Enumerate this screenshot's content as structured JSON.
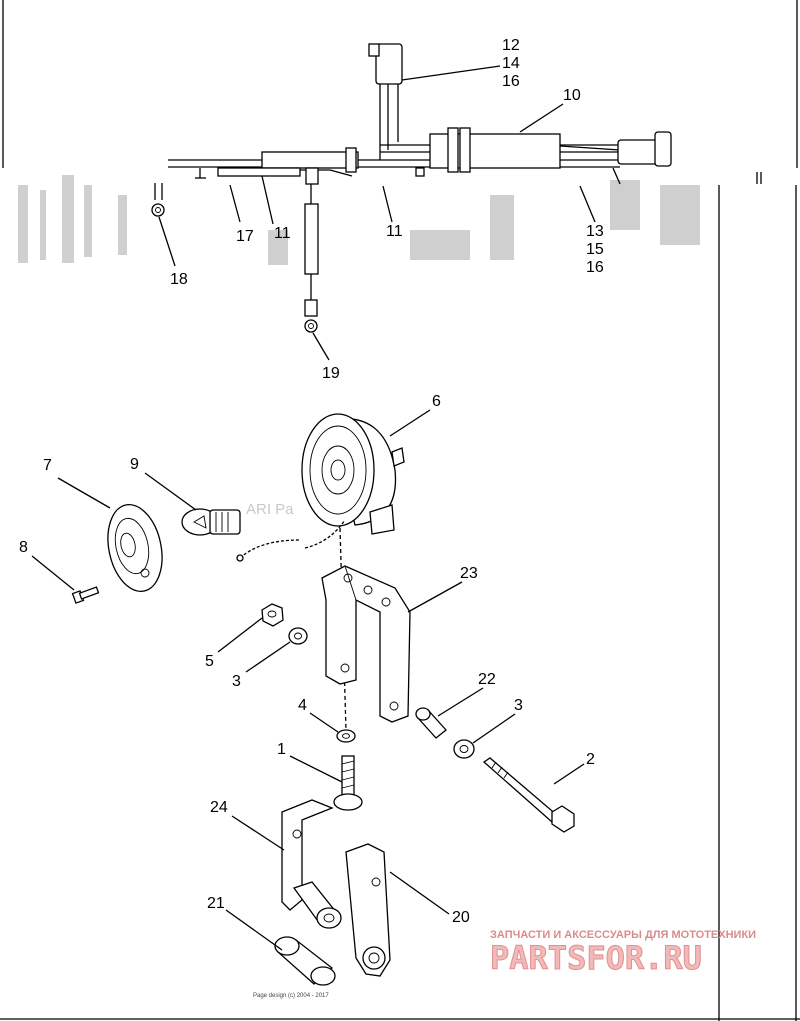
{
  "watermark_text": "ARI Pa",
  "copyright": "Page design (c) 2004 - 2017",
  "brand": {
    "tagline": "ЗАПЧАСТИ И АКСЕССУАРЫ ДЛЯ МОТОТЕХНИКИ",
    "name": "PARTSFOR.RU"
  },
  "callouts": {
    "c1": "1",
    "c2": "2",
    "c3a": "3",
    "c3b": "3",
    "c4": "4",
    "c5": "5",
    "c6": "6",
    "c7": "7",
    "c8": "8",
    "c9": "9",
    "c10": "10",
    "c11a": "11",
    "c11b": "11",
    "c12": "12",
    "c14a": "14",
    "c16a": "16",
    "c13": "13",
    "c15": "15",
    "c16b": "16",
    "c17": "17",
    "c18": "18",
    "c19": "19",
    "c20": "20",
    "c21": "21",
    "c22": "22",
    "c23": "23",
    "c24": "24"
  }
}
